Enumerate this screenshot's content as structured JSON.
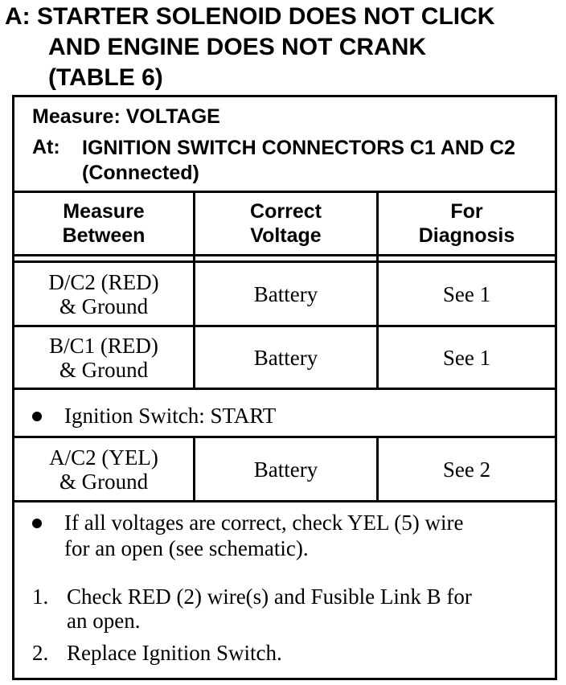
{
  "title": {
    "line1": "A: STARTER SOLENOID DOES NOT CLICK",
    "line2": "AND ENGINE DOES NOT CRANK",
    "line3": "(TABLE 6)"
  },
  "measure": "Measure: VOLTAGE",
  "at": {
    "label": "At:",
    "text": "IGNITION SWITCH CONNECTORS C1 AND C2 (Connected)"
  },
  "columns": [
    {
      "line1": "Measure",
      "line2": "Between"
    },
    {
      "line1": "Correct",
      "line2": "Voltage"
    },
    {
      "line1": "For",
      "line2": "Diagnosis"
    }
  ],
  "rows": [
    {
      "between_1": "D/C2 (RED)",
      "between_2": "& Ground",
      "voltage": "Battery",
      "diagnosis": "See 1"
    },
    {
      "between_1": "B/C1 (RED)",
      "between_2": "& Ground",
      "voltage": "Battery",
      "diagnosis": "See 1"
    }
  ],
  "step_note": "Ignition Switch: START",
  "row3": {
    "between_1": "A/C2 (YEL)",
    "between_2": "& Ground",
    "voltage": "Battery",
    "diagnosis": "See 2"
  },
  "final_note": "If all voltages are correct, check YEL (5) wire for an open (see schematic).",
  "diagnosis": [
    {
      "num": "1.",
      "text": "Check RED (2) wire(s) and Fusible Link B for an open."
    },
    {
      "num": "2.",
      "text": "Replace Ignition Switch."
    }
  ]
}
